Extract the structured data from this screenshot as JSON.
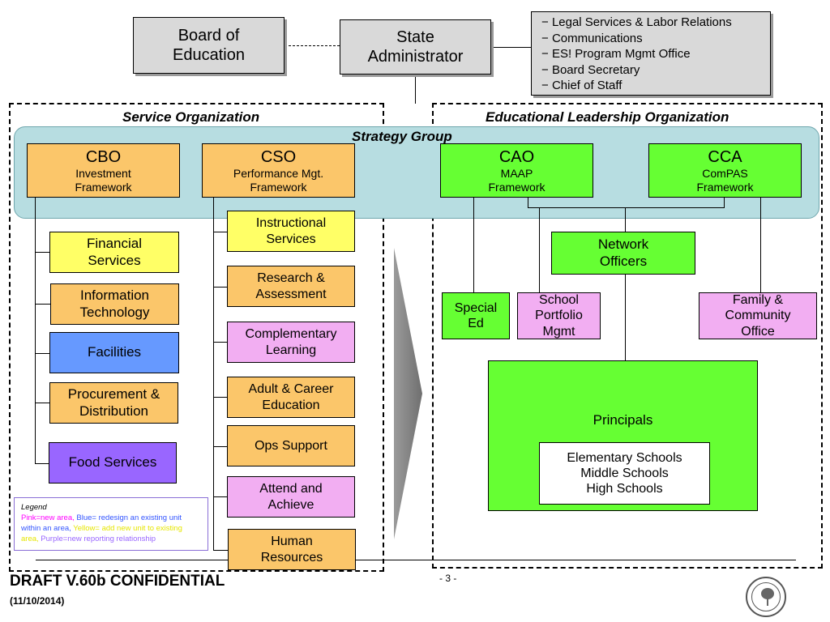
{
  "top": {
    "board": "Board of Education",
    "state_admin": "State Administrator",
    "staff_items": [
      "Legal Services & Labor Relations",
      "Communications",
      "ES! Program Mgmt Office",
      "Board Secretary",
      "Chief of Staff"
    ]
  },
  "headings": {
    "service_org": "Service Organization",
    "edu_leadership_org": "Educational Leadership Organization",
    "strategy_group": "Strategy Group"
  },
  "chiefs": {
    "cbo": {
      "title": "CBO",
      "line1": "Investment",
      "line2": "Framework"
    },
    "cso": {
      "title": "CSO",
      "line1": "Performance Mgt.",
      "line2": "Framework"
    },
    "cao": {
      "title": "CAO",
      "line1": "MAAP",
      "line2": "Framework"
    },
    "cca": {
      "title": "CCA",
      "line1": "ComPAS",
      "line2": "Framework"
    }
  },
  "cbo_units": {
    "financial_l1": "Financial",
    "financial_l2": "Services",
    "it_l1": "Information",
    "it_l2": "Technology",
    "facilities": "Facilities",
    "procurement_l1": "Procurement &",
    "procurement_l2": "Distribution",
    "food": "Food Services"
  },
  "cso_units": {
    "instructional_l1": "Instructional",
    "instructional_l2": "Services",
    "research_l1": "Research &",
    "research_l2": "Assessment",
    "complementary_l1": "Complementary",
    "complementary_l2": "Learning",
    "adult_l1": "Adult & Career",
    "adult_l2": "Education",
    "ops": "Ops Support",
    "attend_l1": "Attend and",
    "attend_l2": "Achieve",
    "hr_l1": "Human",
    "hr_l2": "Resources"
  },
  "academic_units": {
    "network_l1": "Network",
    "network_l2": "Officers",
    "special_l1": "Special",
    "special_l2": "Ed",
    "portfolio_l1": "School",
    "portfolio_l2": "Portfolio",
    "portfolio_l3": "Mgmt",
    "family_l1": "Family &",
    "family_l2": "Community",
    "family_l3": "Office",
    "principals": "Principals",
    "schools": [
      "Elementary Schools",
      "Middle Schools",
      "High Schools"
    ]
  },
  "legend": {
    "title": "Legend",
    "pink": "Pink=new area,",
    "blue": " Blue= redesign an existing unit within an area,",
    "yellow": " Yellow= add new unit to existing area,",
    "purple": " Purple=new reporting relationship"
  },
  "footer": {
    "title": "DRAFT V.60b CONFIDENTIAL",
    "date": "(11/10/2014)",
    "page": "- 3 -"
  },
  "colors": {
    "gray": "#d9d9d9",
    "orange": "#fbc66a",
    "yellow": "#ffff66",
    "blue": "#6699ff",
    "purple": "#9966ff",
    "pink": "#f2aef2",
    "green": "#66ff33",
    "strategy_band": "#b7dde1",
    "legend_pink": "#ff00ff",
    "legend_blue": "#3355ff",
    "legend_yellow": "#e6e600",
    "legend_purple": "#9966ff"
  }
}
